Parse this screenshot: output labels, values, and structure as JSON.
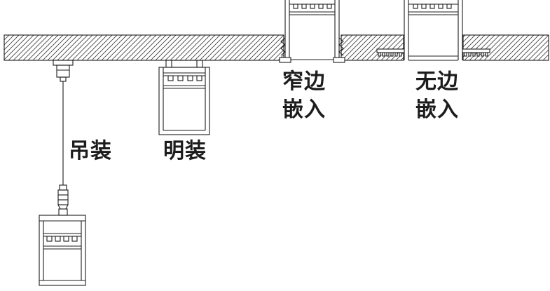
{
  "diagram": {
    "labels": {
      "suspended": "吊装",
      "surface": "明装",
      "narrow_recessed": "窄边\n嵌入",
      "trimless_recessed": "无边\n嵌入"
    },
    "colors": {
      "background": "#ffffff",
      "line": "#1c1c1c",
      "hatch": "#3a3a3a"
    }
  }
}
